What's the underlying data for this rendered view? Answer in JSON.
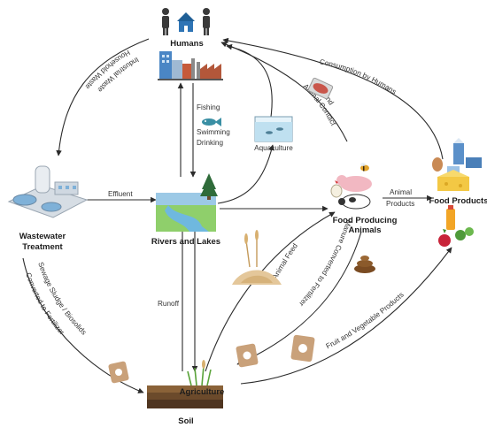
{
  "nodes": {
    "humans": "Humans",
    "wastewater_line1": "Wastewater",
    "wastewater_line2": "Treatment",
    "rivers": "Rivers and Lakes",
    "aquaculture": "Aquaculture",
    "animals_line1": "Food Producing",
    "animals_line2": "Animals",
    "food_products": "Food Products",
    "agriculture": "Agriculture",
    "soil": "Soil"
  },
  "edges": {
    "household_waste": "Household Waste",
    "industrial_waste": "Industrial Waste",
    "fishing": "Fishing",
    "swimming": "Swimming",
    "drinking": "Drinking",
    "meat": "Meat and",
    "animal_contact": "Animal Contact",
    "consumption": "Consumption by Humans",
    "effluent": "Effluent",
    "animal_products_1": "Animal",
    "animal_products_2": "Products",
    "sewage": "Sewage Sludge / Biosolids",
    "converted": "Converted to Fertilizer",
    "animal_feed": "Animal Feed",
    "manure": "Manure Converted to Fertilizer",
    "runoff": "Runoff",
    "fruit_veg": "Fruit and Vegetable Products"
  },
  "colors": {
    "building_blue": "#4a86c5",
    "water_blue": "#7fc6e6",
    "grass_green": "#7cc04a",
    "soil_brown": "#6b4a2b",
    "brick_red": "#c65a3a",
    "arrow": "#2b2b2b"
  },
  "icons": [
    "people-icon",
    "house-icon",
    "city-icon",
    "fish-icon",
    "fish-tank-icon",
    "treatment-plant-icon",
    "lake-icon",
    "tree-icon",
    "meat-icon",
    "farm-animals-icon",
    "bee-icon",
    "dairy-icon",
    "egg-icon",
    "cheese-icon",
    "juice-icon",
    "vegetables-icon",
    "wheat-icon",
    "feed-pile-icon",
    "manure-icon",
    "fertilizer-bag-icon",
    "soil-icon"
  ]
}
